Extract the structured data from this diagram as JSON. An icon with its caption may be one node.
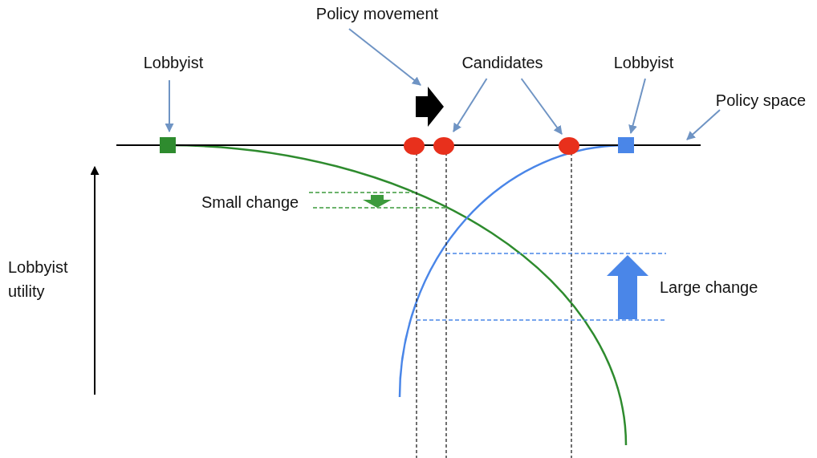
{
  "diagram": {
    "nodes": [
      {
        "text": [
          "Policy movement"
        ]
      },
      {
        "text": [
          "Lobbyist"
        ]
      },
      {
        "text": [
          "Candidates"
        ]
      },
      {
        "text": [
          "Lobbyist"
        ]
      },
      {
        "text": [
          "Policy space"
        ]
      },
      {
        "text": [],
        "shape": "box"
      },
      {
        "text": [],
        "shape": "arrow"
      },
      {
        "text": [],
        "shape": "circle"
      },
      {
        "text": [],
        "shape": "circle"
      },
      {
        "text": [],
        "shape": "circle"
      },
      {
        "text": [],
        "shape": "box"
      },
      {
        "text": [],
        "shape": "line"
      }
    ],
    "edges": [
      {
        "from": 0,
        "to": 6,
        "arrow": "to"
      },
      {
        "from": 1,
        "to": 5,
        "arrow": "to"
      },
      {
        "from": 2,
        "to": 8,
        "arrow": "to"
      },
      {
        "from": 2,
        "to": 9,
        "arrow": "to"
      },
      {
        "from": 3,
        "to": 10,
        "arrow": "to"
      },
      {
        "from": 4,
        "to": 11,
        "arrow": "to"
      }
    ],
    "labels": [
      "Small change",
      "Lobbyist utility",
      "Large change"
    ]
  }
}
